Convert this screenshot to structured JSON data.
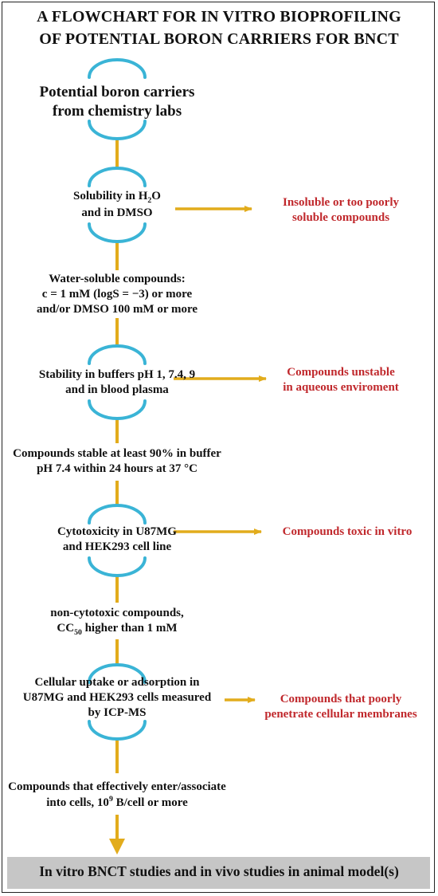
{
  "title": {
    "line1": "A FLOWCHART FOR IN VITRO BIOPROFILING",
    "line2": "OF POTENTIAL BORON CARRIERS FOR BNCT"
  },
  "steps": [
    {
      "line1": "Potential boron carriers",
      "line2": "from chemistry labs"
    },
    {
      "line1_pre": "Solubility in H",
      "line1_sub": "2",
      "line1_post": "O",
      "line2": "and in DMSO"
    },
    {
      "line1": "Stability in buffers pH 1, 7.4, 9",
      "line2": "and in blood plasma"
    },
    {
      "line1": "Cytotoxicity in U87MG",
      "line2": "and HEK293 cell line"
    },
    {
      "line1": "Cellular uptake or adsorption in",
      "line2": "U87MG and HEK293 cells measured",
      "line3": "by ICP-MS"
    }
  ],
  "outcomes": [
    {
      "line1": "Water-soluble compounds:",
      "line2": "c = 1 mM (logS = −3)  or more",
      "line3": "and/or DMSO 100 mM or more"
    },
    {
      "line1": "Compounds stable at least 90% in buffer",
      "line2": "pH  7.4 within 24  hours at  37 °C"
    },
    {
      "line1": "non-cytotoxic compounds,",
      "line2_pre": "CC",
      "line2_sub": "50",
      "line2_post": "  higher than 1 mM"
    },
    {
      "line1": "Compounds that effectively enter/associate",
      "line2_pre": "into cells, 10",
      "line2_sup": "9",
      "line2_post": " B/cell or more"
    }
  ],
  "rejections": [
    {
      "line1": "Insoluble or too poorly",
      "line2": "soluble compounds"
    },
    {
      "line1": "Compounds unstable",
      "line2": "in aqueous enviroment"
    },
    {
      "line1": "Compounds toxic in vitro"
    },
    {
      "line1": "Compounds that poorly",
      "line2": "penetrate cellular membranes"
    }
  ],
  "final": "In vitro BNCT studies and in vivo studies in animal model(s)",
  "colors": {
    "arc": "#3ab4d6",
    "arrow": "#e2ac1c",
    "reject_text": "#c0282c",
    "final_box": "#c6c6c6"
  }
}
